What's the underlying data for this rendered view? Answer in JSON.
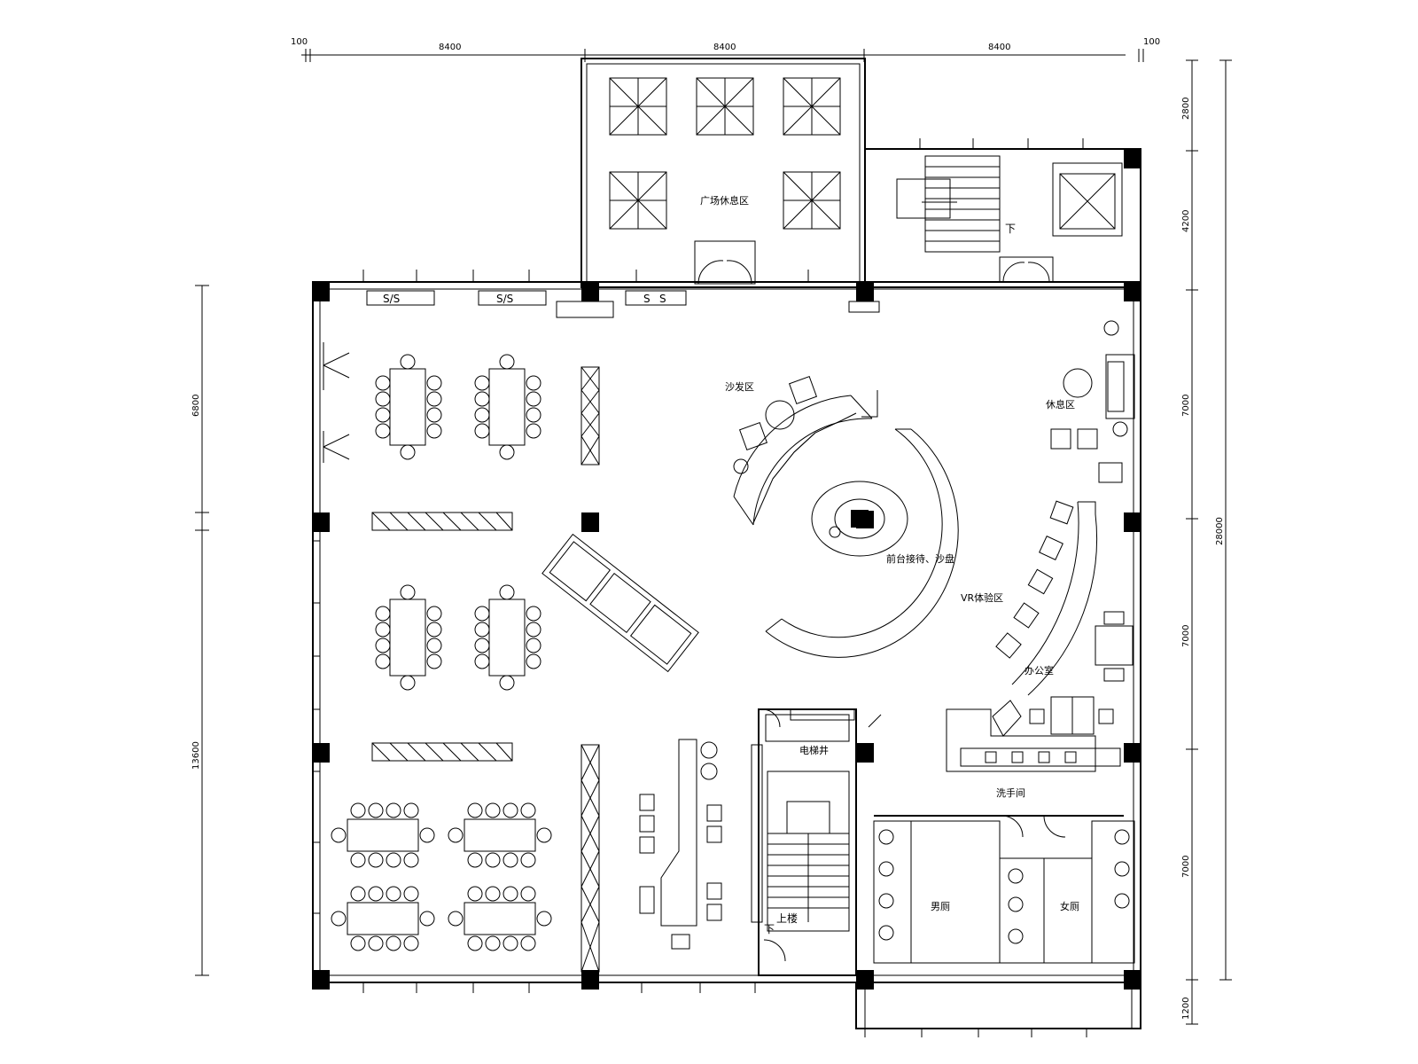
{
  "dimensions": {
    "top": [
      "100",
      "8400",
      "8400",
      "8400",
      "100"
    ],
    "left": [
      "6800",
      "13600"
    ],
    "right": [
      "2800",
      "4200",
      "7000",
      "7000",
      "7000",
      "1200"
    ],
    "total": "28000"
  },
  "rooms": {
    "balcony_rest": "广场休息区",
    "lounge": "休息区",
    "reception": "沙发区",
    "sales_center": "前台接待、沙盘",
    "experience": "VR体验区",
    "office": "办公室",
    "electrical_shaft": "电梯井",
    "handwash": "洗手间",
    "mens_wc": "男厕",
    "womens_wc": "女厕",
    "stair_up_1": "上楼",
    "stair_down_1": "下",
    "stair_down_2": "下"
  },
  "labels": {
    "ss_1": "S/S",
    "ss_2": "S/S",
    "ss_3": "S",
    "ss_4": "S"
  }
}
